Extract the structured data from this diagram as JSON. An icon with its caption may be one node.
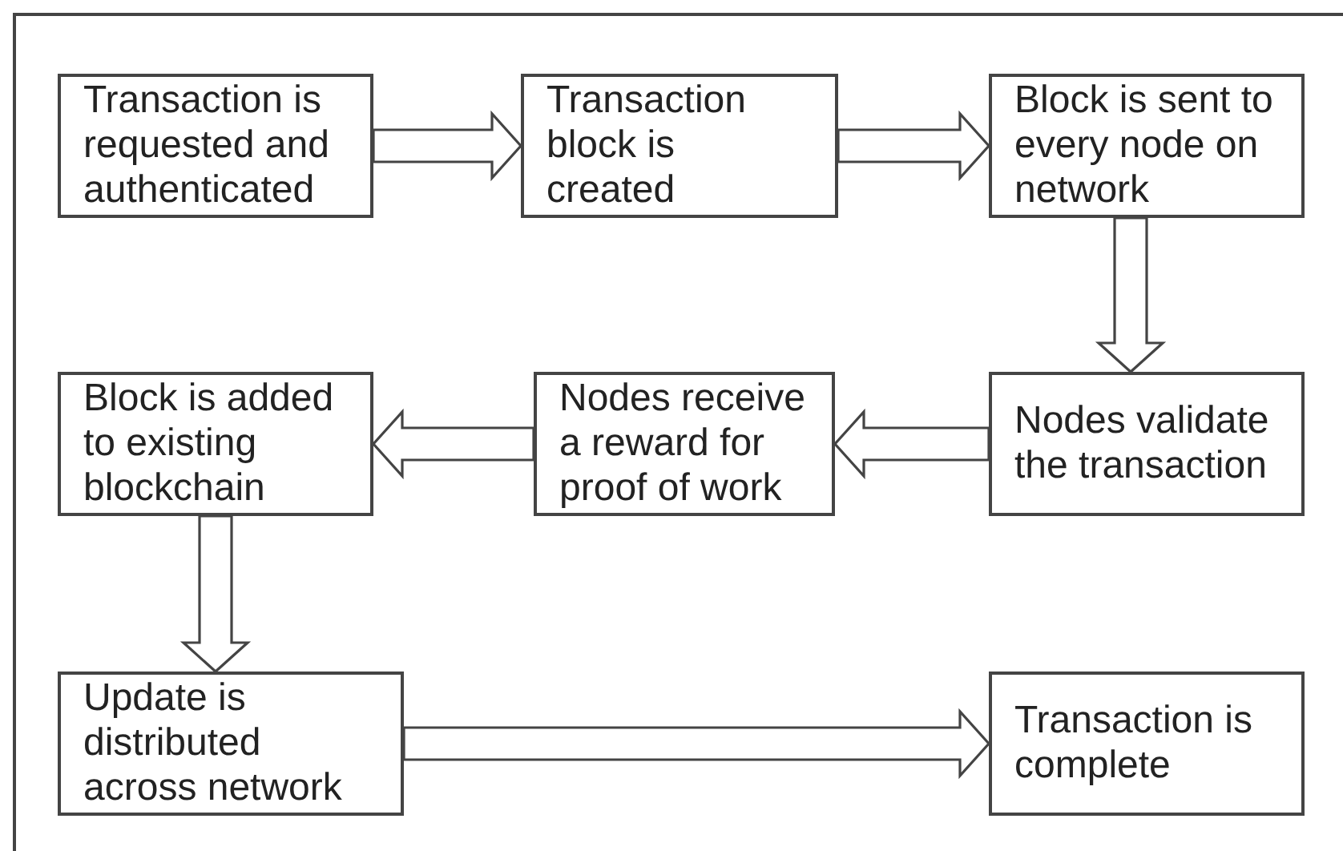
{
  "diagram": {
    "nodes": [
      {
        "text": [
          "Transaction is requested and authenticated"
        ]
      },
      {
        "text": [
          "Transaction block is created"
        ]
      },
      {
        "text": [
          "Block is sent to every node on network"
        ]
      },
      {
        "text": [
          "Nodes validate the transaction"
        ]
      },
      {
        "text": [
          "Nodes receive a reward for proof of work"
        ]
      },
      {
        "text": [
          "Block is added to existing blockchain"
        ]
      },
      {
        "text": [
          "Update is distributed across network"
        ]
      },
      {
        "text": [
          "Transaction is complete"
        ]
      }
    ],
    "edges": [
      {
        "from": 0,
        "to": 1,
        "arrow": "to"
      },
      {
        "from": 1,
        "to": 2,
        "arrow": "to"
      },
      {
        "from": 2,
        "to": 3,
        "arrow": "to"
      },
      {
        "from": 3,
        "to": 4,
        "arrow": "to"
      },
      {
        "from": 4,
        "to": 5,
        "arrow": "to"
      },
      {
        "from": 5,
        "to": 6,
        "arrow": "to"
      },
      {
        "from": 6,
        "to": 7,
        "arrow": "to"
      }
    ]
  }
}
